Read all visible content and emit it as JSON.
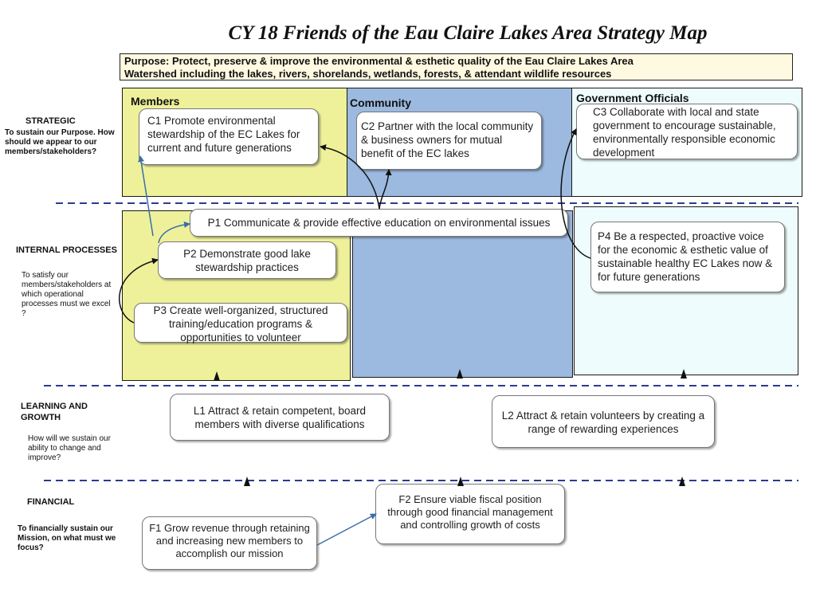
{
  "title": "CY 18 Friends of the Eau Claire Lakes Area Strategy Map",
  "purpose": {
    "line1": "Purpose: Protect, preserve & improve the environmental & esthetic quality of the Eau Claire Lakes Area",
    "line2": "Watershed including the lakes, rivers, shorelands, wetlands, forests, & attendant wildlife resources"
  },
  "perspectives": {
    "strategic": {
      "label": "STRATEGIC",
      "question": "To sustain our Purpose. How should we appear to our members/stakeholders?"
    },
    "internal": {
      "label": "INTERNAL PROCESSES",
      "question": "To satisfy our members/stakeholders at which operational processes must we excel ?"
    },
    "learning": {
      "label1": "LEARNING AND",
      "label2": "GROWTH",
      "question": "How will we sustain our ability to change and improve?"
    },
    "financial": {
      "label": "FINANCIAL",
      "question": "To financially sustain our Mission, on what must we focus?"
    }
  },
  "columns": {
    "members": "Members",
    "community": "Community",
    "government": "Government Officials"
  },
  "objectives": {
    "c1": "C1 Promote environmental stewardship of the EC Lakes for current and future generations",
    "c2": "C2 Partner with the local community & business owners for  mutual benefit of the EC lakes",
    "c3": "C3 Collaborate with local and state government to encourage sustainable, environmentally responsible  economic development",
    "p1": "P1 Communicate & provide effective education on environmental issues",
    "p2": "P2 Demonstrate good lake stewardship practices",
    "p3": "P3 Create well-organized, structured training/education programs & opportunities to volunteer",
    "p4": "P4  Be a respected, proactive voice for the economic & esthetic  value of sustainable healthy EC Lakes now & for future generations",
    "l1": "L1 Attract & retain competent, board members with diverse qualifications",
    "l2": "L2 Attract & retain volunteers by creating a range of rewarding experiences",
    "f1": "F1 Grow revenue through retaining  and  increasing new members to accomplish our mission",
    "f2": "F2 Ensure viable fiscal position through good financial management and controlling growth of costs"
  },
  "colors": {
    "members_panel": "#eef19a",
    "community_panel": "#9cb9df",
    "government_panel": "#eefcfd",
    "purpose_box": "#fff9e1",
    "divider": "#2b3b8f",
    "arrow_blue": "#3a6ea8",
    "arrow_black": "#111111"
  }
}
